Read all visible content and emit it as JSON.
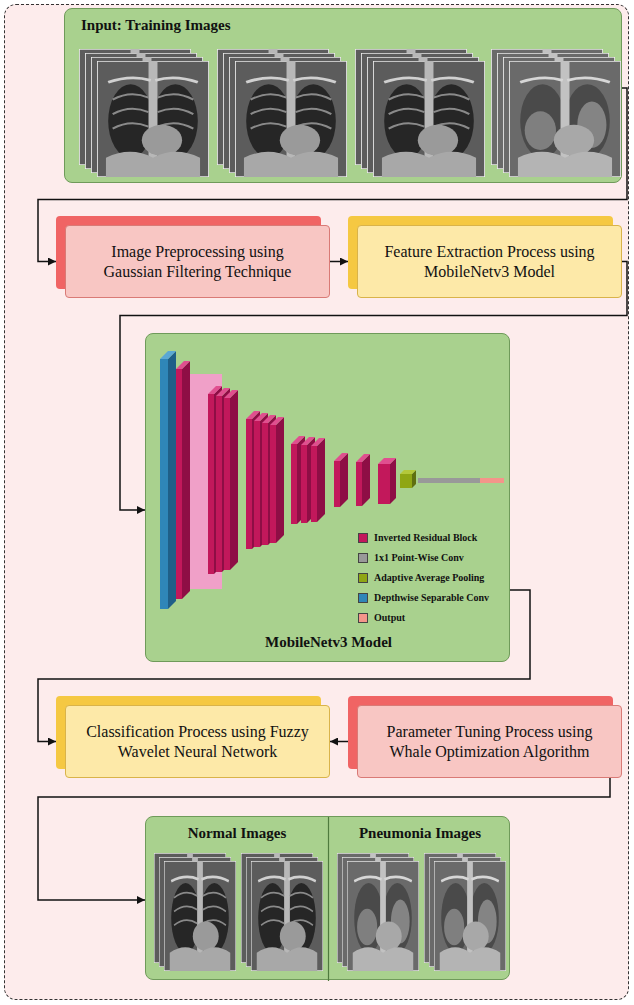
{
  "diagram": {
    "nodes": [
      {
        "text": [
          "Input: Training Images"
        ]
      },
      {
        "text": [
          "Image Preprocessing using Gaussian Filtering Technique"
        ]
      },
      {
        "text": [
          "Feature Extraction Process using MobileNetv3 Model"
        ]
      },
      {
        "text": [
          "MobileNetv3 Model"
        ]
      },
      {
        "text": [
          "Classification Process using Fuzzy Wavelet Neural Network"
        ]
      },
      {
        "text": [
          "Parameter Tuning Process using Whale Optimization Algorithm"
        ]
      },
      {
        "text": [
          "Normal Images",
          "Pneumonia Images"
        ]
      }
    ],
    "edges": [
      {
        "from": 0,
        "to": 1,
        "arrow": "to"
      },
      {
        "from": 1,
        "to": 2,
        "arrow": "to"
      },
      {
        "from": 2,
        "to": 3,
        "arrow": "to"
      },
      {
        "from": 3,
        "to": 4,
        "arrow": "to"
      },
      {
        "from": 5,
        "to": 4,
        "arrow": "to"
      },
      {
        "from": 5,
        "to": 6,
        "arrow": "to"
      }
    ],
    "legend": [
      {
        "text": "Inverted Residual Block",
        "color": "#c2185b"
      },
      {
        "text": "1x1 Point-Wise Conv",
        "color": "#999999"
      },
      {
        "text": "Adaptive Average Pooling",
        "color": "#8fa614"
      },
      {
        "text": "Depthwise Separable Conv",
        "color": "#2f86b8"
      },
      {
        "text": "Output",
        "color": "#f4958a"
      }
    ]
  }
}
